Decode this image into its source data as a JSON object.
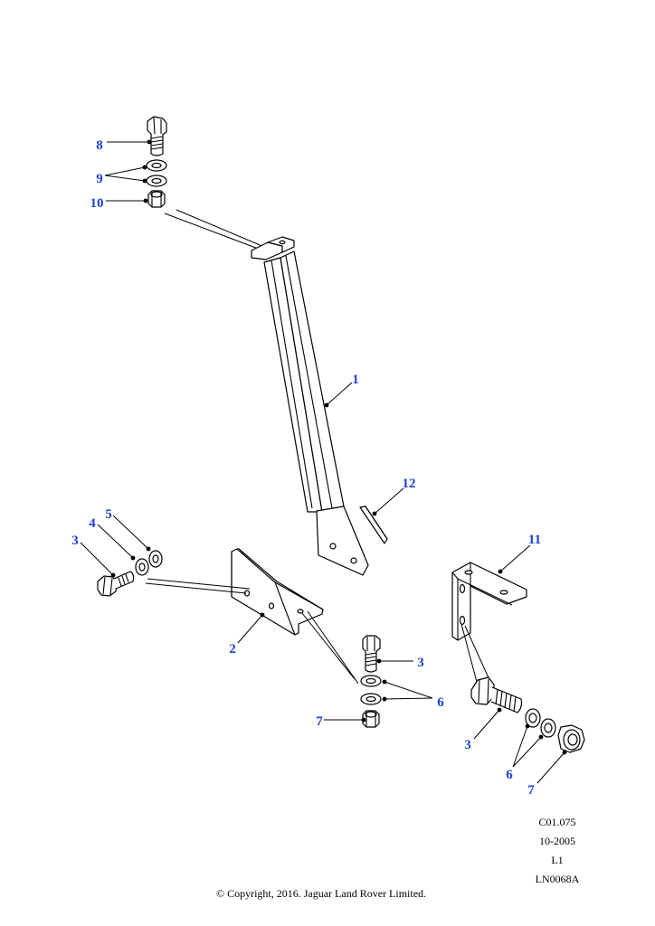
{
  "diagram": {
    "callouts": {
      "c1": "1",
      "c2": "2",
      "c3a": "3",
      "c3b": "3",
      "c3c": "3",
      "c4": "4",
      "c5": "5",
      "c6a": "6",
      "c6b": "6",
      "c7a": "7",
      "c7b": "7",
      "c8": "8",
      "c9": "9",
      "c10": "10",
      "c11": "11",
      "c12": "12"
    },
    "colors": {
      "callout": "#1a3fd6",
      "line": "#000000"
    }
  },
  "meta": {
    "code": "C01.075",
    "date": "10-2005",
    "level": "L1",
    "ref": "LN0068A"
  },
  "copyright": "© Copyright, 2016. Jaguar Land Rover Limited."
}
